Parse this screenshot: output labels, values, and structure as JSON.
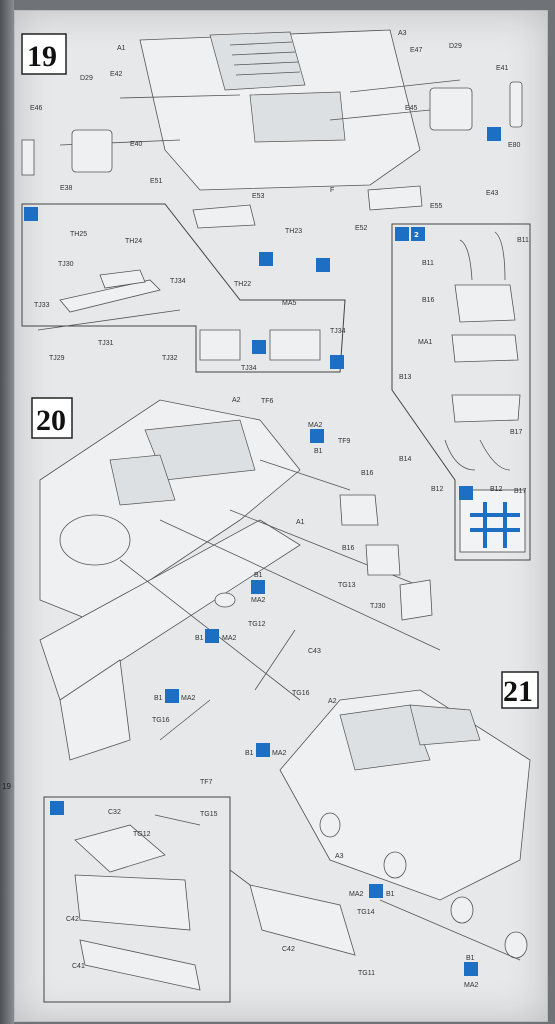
{
  "steps": [
    "19",
    "20",
    "21"
  ],
  "spine_number": "19",
  "labels": {
    "l1": "A1",
    "l2": "A3",
    "l3": "E47",
    "l4": "D29",
    "l5": "D29",
    "l6": "E42",
    "l7": "E41",
    "l8": "E46",
    "l9": "E45",
    "l10": "E40",
    "l11": "E80",
    "l12": "E38",
    "l13": "E51",
    "l14": "E43",
    "l15": "E53",
    "l16": "F",
    "l17": "E55",
    "l18": "E52",
    "l19": "TH25",
    "l20": "TH24",
    "l21": "TH23",
    "l22": "TJ30",
    "l23": "TJ34",
    "l24": "TH22",
    "l25": "MA5",
    "l26": "TJ33",
    "l27": "TJ29",
    "l28": "TJ31",
    "l29": "TJ32",
    "l30": "TJ34",
    "l31": "TJ34",
    "l32": "B11",
    "l33": "B11",
    "l34": "B16",
    "l35": "MA1",
    "l36": "B13",
    "l37": "B14",
    "l38": "B17",
    "l39": "B12",
    "l40": "B12",
    "l41": "B17",
    "l42": "A2",
    "l43": "TF6",
    "l44": "MA2",
    "l45": "B1",
    "l46": "TF9",
    "l47": "B16",
    "l48": "A1",
    "l49": "B16",
    "l50": "TG13",
    "l51": "B1",
    "l52": "MA2",
    "l53": "TJ30",
    "l54": "TG12",
    "l55": "B1",
    "l56": "MA2",
    "l57": "C43",
    "l58": "B1",
    "l59": "MA2",
    "l60": "TG16",
    "l61": "TG16",
    "l62": "B1",
    "l63": "MA2",
    "l64": "TF7",
    "l65": "A2",
    "l66": "A3",
    "l67": "C32",
    "l68": "TG15",
    "l69": "TG12",
    "l70": "C42",
    "l71": "C41",
    "l72": "C42",
    "l73": "MA2",
    "l74": "B1",
    "l75": "TG14",
    "l76": "TG11",
    "l77": "B1",
    "l78": "MA2"
  },
  "badges": {
    "b1": "2"
  }
}
